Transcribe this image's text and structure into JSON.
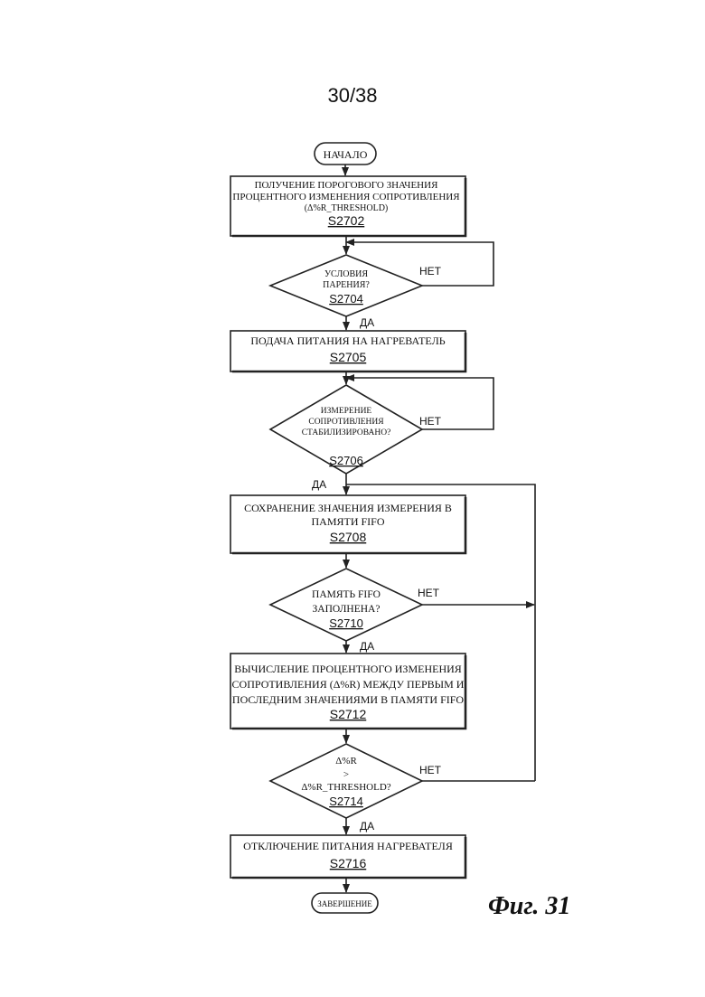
{
  "page_number": "30/38",
  "figure_label": "Фиг. 31",
  "start_label": "НАЧАЛО",
  "end_label": "ЗАВЕРШЕНИЕ",
  "steps": {
    "s2702": {
      "line1": "ПОЛУЧЕНИЕ ПОРОГОВОГО ЗНАЧЕНИЯ",
      "line2": "ПРОЦЕНТНОГО ИЗМЕНЕНИЯ СОПРОТИВЛЕНИЯ",
      "line3": "(Δ%R_THRESHOLD)",
      "id": "S2702"
    },
    "s2704": {
      "line1": "УСЛОВИЯ",
      "line2": "ПАРЕНИЯ?",
      "id": "S2704",
      "yes": "ДА",
      "no": "НЕТ"
    },
    "s2705": {
      "line1": "ПОДАЧА ПИТАНИЯ НА НАГРЕВАТЕЛЬ",
      "id": "S2705"
    },
    "s2706": {
      "line1": "ИЗМЕРЕНИЕ",
      "line2": "СОПРОТИВЛЕНИЯ",
      "line3": "СТАБИЛИЗИРОВАНО?",
      "id": "S2706",
      "yes": "ДА",
      "no": "НЕТ"
    },
    "s2708": {
      "line1": "СОХРАНЕНИЕ ЗНАЧЕНИЯ ИЗМЕРЕНИЯ В",
      "line2": "ПАМЯТИ FIFO",
      "id": "S2708"
    },
    "s2710": {
      "line1": "ПАМЯТЬ FIFO",
      "line2": "ЗАПОЛНЕНА?",
      "id": "S2710",
      "yes": "ДА",
      "no": "НЕТ"
    },
    "s2712": {
      "line1": "ВЫЧИСЛЕНИЕ ПРОЦЕНТНОГО ИЗМЕНЕНИЯ",
      "line2": "СОПРОТИВЛЕНИЯ (Δ%R) МЕЖДУ ПЕРВЫМ И",
      "line3": "ПОСЛЕДНИМ ЗНАЧЕНИЯМИ В ПАМЯТИ FIFO",
      "id": "S2712"
    },
    "s2714": {
      "line1": "Δ%R",
      "line2": ">",
      "line3": "Δ%R_THRESHOLD?",
      "id": "S2714",
      "yes": "ДА",
      "no": "НЕТ"
    },
    "s2716": {
      "line1": "ОТКЛЮЧЕНИЕ ПИТАНИЯ НАГРЕВАТЕЛЯ",
      "id": "S2716"
    }
  }
}
